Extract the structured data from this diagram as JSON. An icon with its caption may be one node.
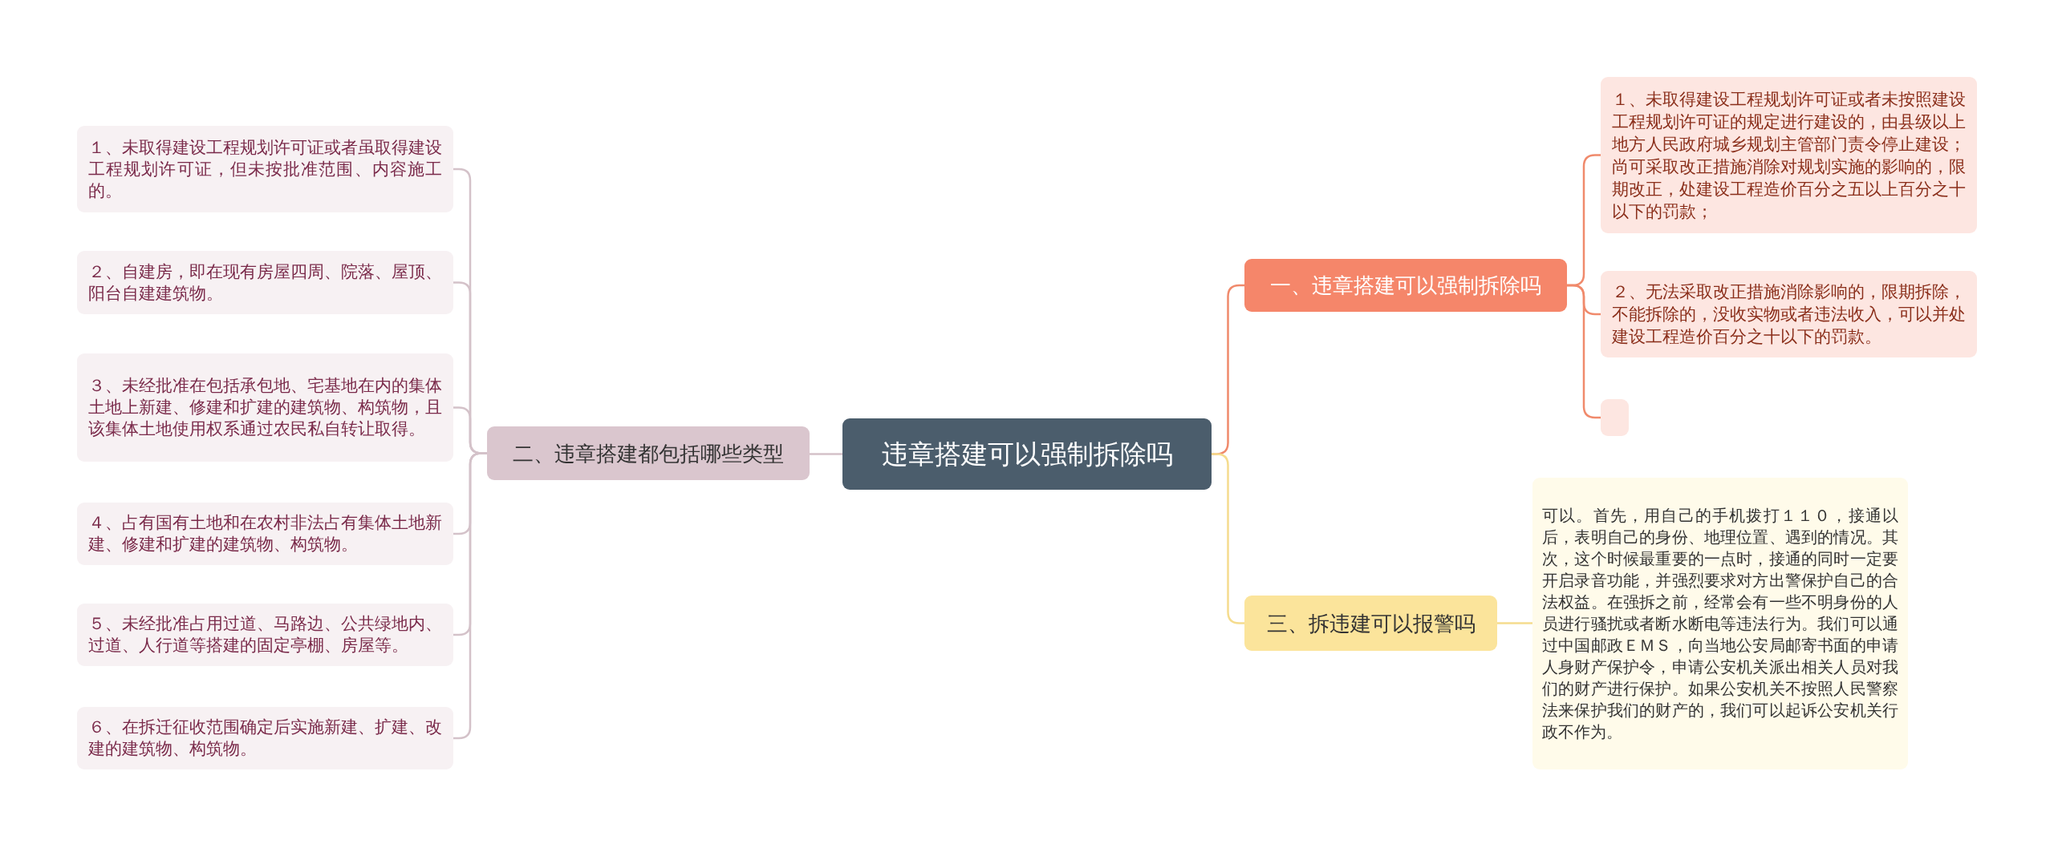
{
  "diagram": {
    "nodes": [
      {
        "text": [
          "违章搭建可以强制拆除吗"
        ]
      },
      {
        "text": [
          "一、违章搭建可以强制拆除吗"
        ]
      },
      {
        "text": [
          "１、未取得建设工程规划许可证或者未按照建设工程规划许可证的规定进行建设的，由县级以上地方人民政府城乡规划主管部门责令停止建设；尚可采取改正措施消除对规划实施的影响的，限期改正，处建设工程造价百分之五以上百分之十以下的罚款；"
        ]
      },
      {
        "text": [
          "２、无法采取改正措施消除影响的，限期拆除，不能拆除的，没收实物或者违法收入，可以并处建设工程造价百分之十以下的罚款。"
        ]
      },
      {
        "text": [],
        "shape": "box"
      },
      {
        "text": [
          "三、拆违建可以报警吗"
        ]
      },
      {
        "text": [
          "可以。首先，用自己的手机拨打１１０，接通以后，表明自己的身份、地理位置、遇到的情况。其次，这个时候最重要的一点时，接通的同时一定要开启录音功能，并强烈要求对方出警保护自己的合法权益。在强拆之前，经常会有一些不明身份的人员进行骚扰或者断水断电等违法行为。我们可以通过中国邮政ＥＭＳ，向当地公安局邮寄书面的申请人身财产保护令，申请公安机关派出相关人员对我们的财产进行保护。如果公安机关不按照人民警察法来保护我们的财产的，我们可以起诉公安机关行政不作为。"
        ]
      },
      {
        "text": [
          "二、违章搭建都包括哪些类型"
        ]
      },
      {
        "text": [
          "１、未取得建设工程规划许可证或者虽取得建设工程规划许可证，但未按批准范围、内容施工的。"
        ]
      },
      {
        "text": [
          "２、自建房，即在现有房屋四周、院落、屋顶、阳台自建建筑物。"
        ]
      },
      {
        "text": [
          "３、未经批准在包括承包地、宅基地在内的集体土地上新建、修建和扩建的建筑物、构筑物，且该集体土地使用权系通过农民私自转让取得。"
        ]
      },
      {
        "text": [
          "４、占有国有土地和在农村非法占有集体土地新建、修建和扩建的建筑物、构筑物。"
        ]
      },
      {
        "text": [
          "５、未经批准占用过道、马路边、公共绿地内、过道、人行道等搭建的固定亭棚、房屋等。"
        ]
      },
      {
        "text": [
          "６、在拆迁征收范围确定后实施新建、扩建、改建的建筑物、构筑物。"
        ]
      }
    ],
    "edges": [
      {
        "from": 0,
        "to": 1,
        "arrow": "none",
        "color": "#f08a6c"
      },
      {
        "from": 1,
        "to": 2,
        "arrow": "none",
        "color": "#f08a6c"
      },
      {
        "from": 1,
        "to": 3,
        "arrow": "none",
        "color": "#f08a6c"
      },
      {
        "from": 1,
        "to": 4,
        "arrow": "none",
        "color": "#f08a6c"
      },
      {
        "from": 0,
        "to": 5,
        "arrow": "none",
        "color": "#f5dc8e"
      },
      {
        "from": 5,
        "to": 6,
        "arrow": "none",
        "color": "#f5dc8e"
      },
      {
        "from": 0,
        "to": 7,
        "arrow": "none"
      },
      {
        "from": 7,
        "to": 8,
        "arrow": "none"
      },
      {
        "from": 7,
        "to": 9,
        "arrow": "none"
      },
      {
        "from": 7,
        "to": 10,
        "arrow": "none"
      },
      {
        "from": 7,
        "to": 11,
        "arrow": "none"
      },
      {
        "from": 7,
        "to": 12,
        "arrow": "none"
      },
      {
        "from": 7,
        "to": 13,
        "arrow": "none"
      }
    ]
  }
}
